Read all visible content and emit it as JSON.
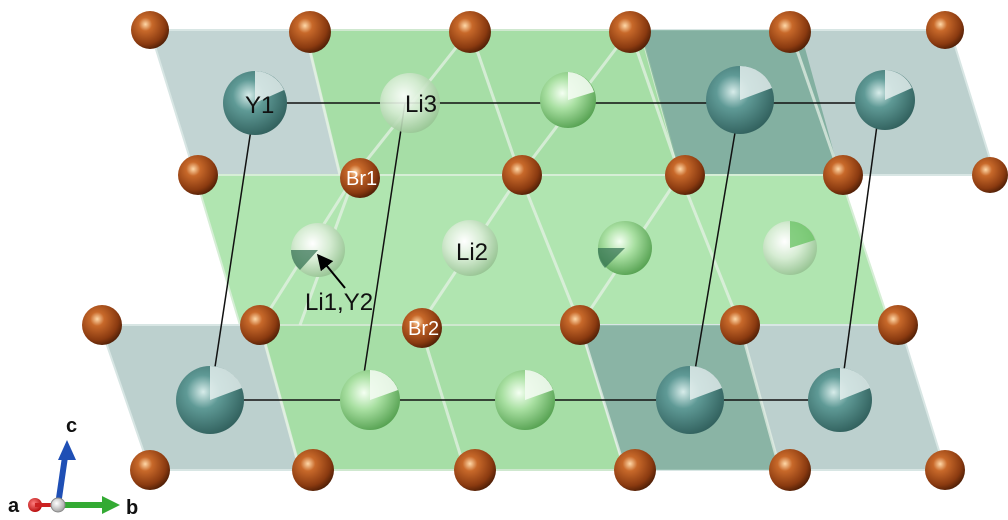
{
  "labels": {
    "y1": "Y1",
    "li3": "Li3",
    "br1": "Br1",
    "li2": "Li2",
    "li1_y2": "Li1,Y2",
    "br2": "Br2"
  },
  "axes": {
    "c": "c",
    "a": "a",
    "b": "b"
  },
  "colors": {
    "br_atom": "#a8501c",
    "y_atom": "#4f8a86",
    "li_atom": "#7fd07a",
    "green_polyhedron": "#5cc25c",
    "gray_polyhedron": "#8fb0ae",
    "axis_c": "#1f4fb5",
    "axis_b": "#33aa33",
    "axis_a": "#dd2222"
  }
}
